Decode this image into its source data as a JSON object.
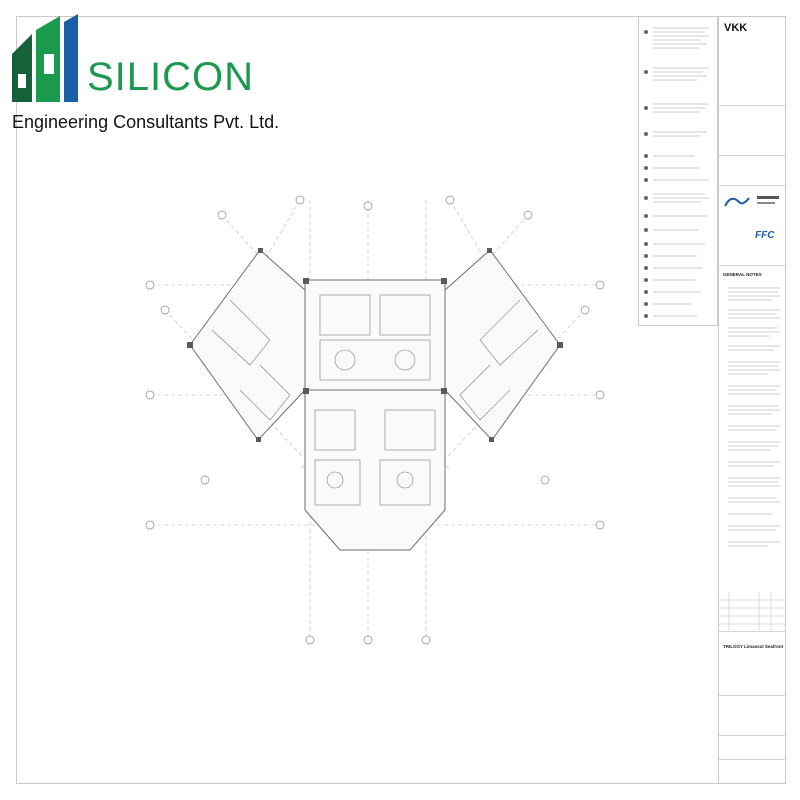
{
  "company": {
    "name": "SILICON",
    "subtitle": "Engineering Consultants Pvt. Ltd."
  },
  "title_block": {
    "architect_logo": "VKK",
    "consultant_logo": "FFC",
    "notes_heading": "GENERAL NOTES",
    "project_name": "TRILOGY Limassol Seafront"
  },
  "colors": {
    "brand_green": "#1b9a4e",
    "logo_dark_green": "#14613a",
    "logo_blue": "#1a5ea8",
    "drawing_gray": "#8a8a8a"
  }
}
